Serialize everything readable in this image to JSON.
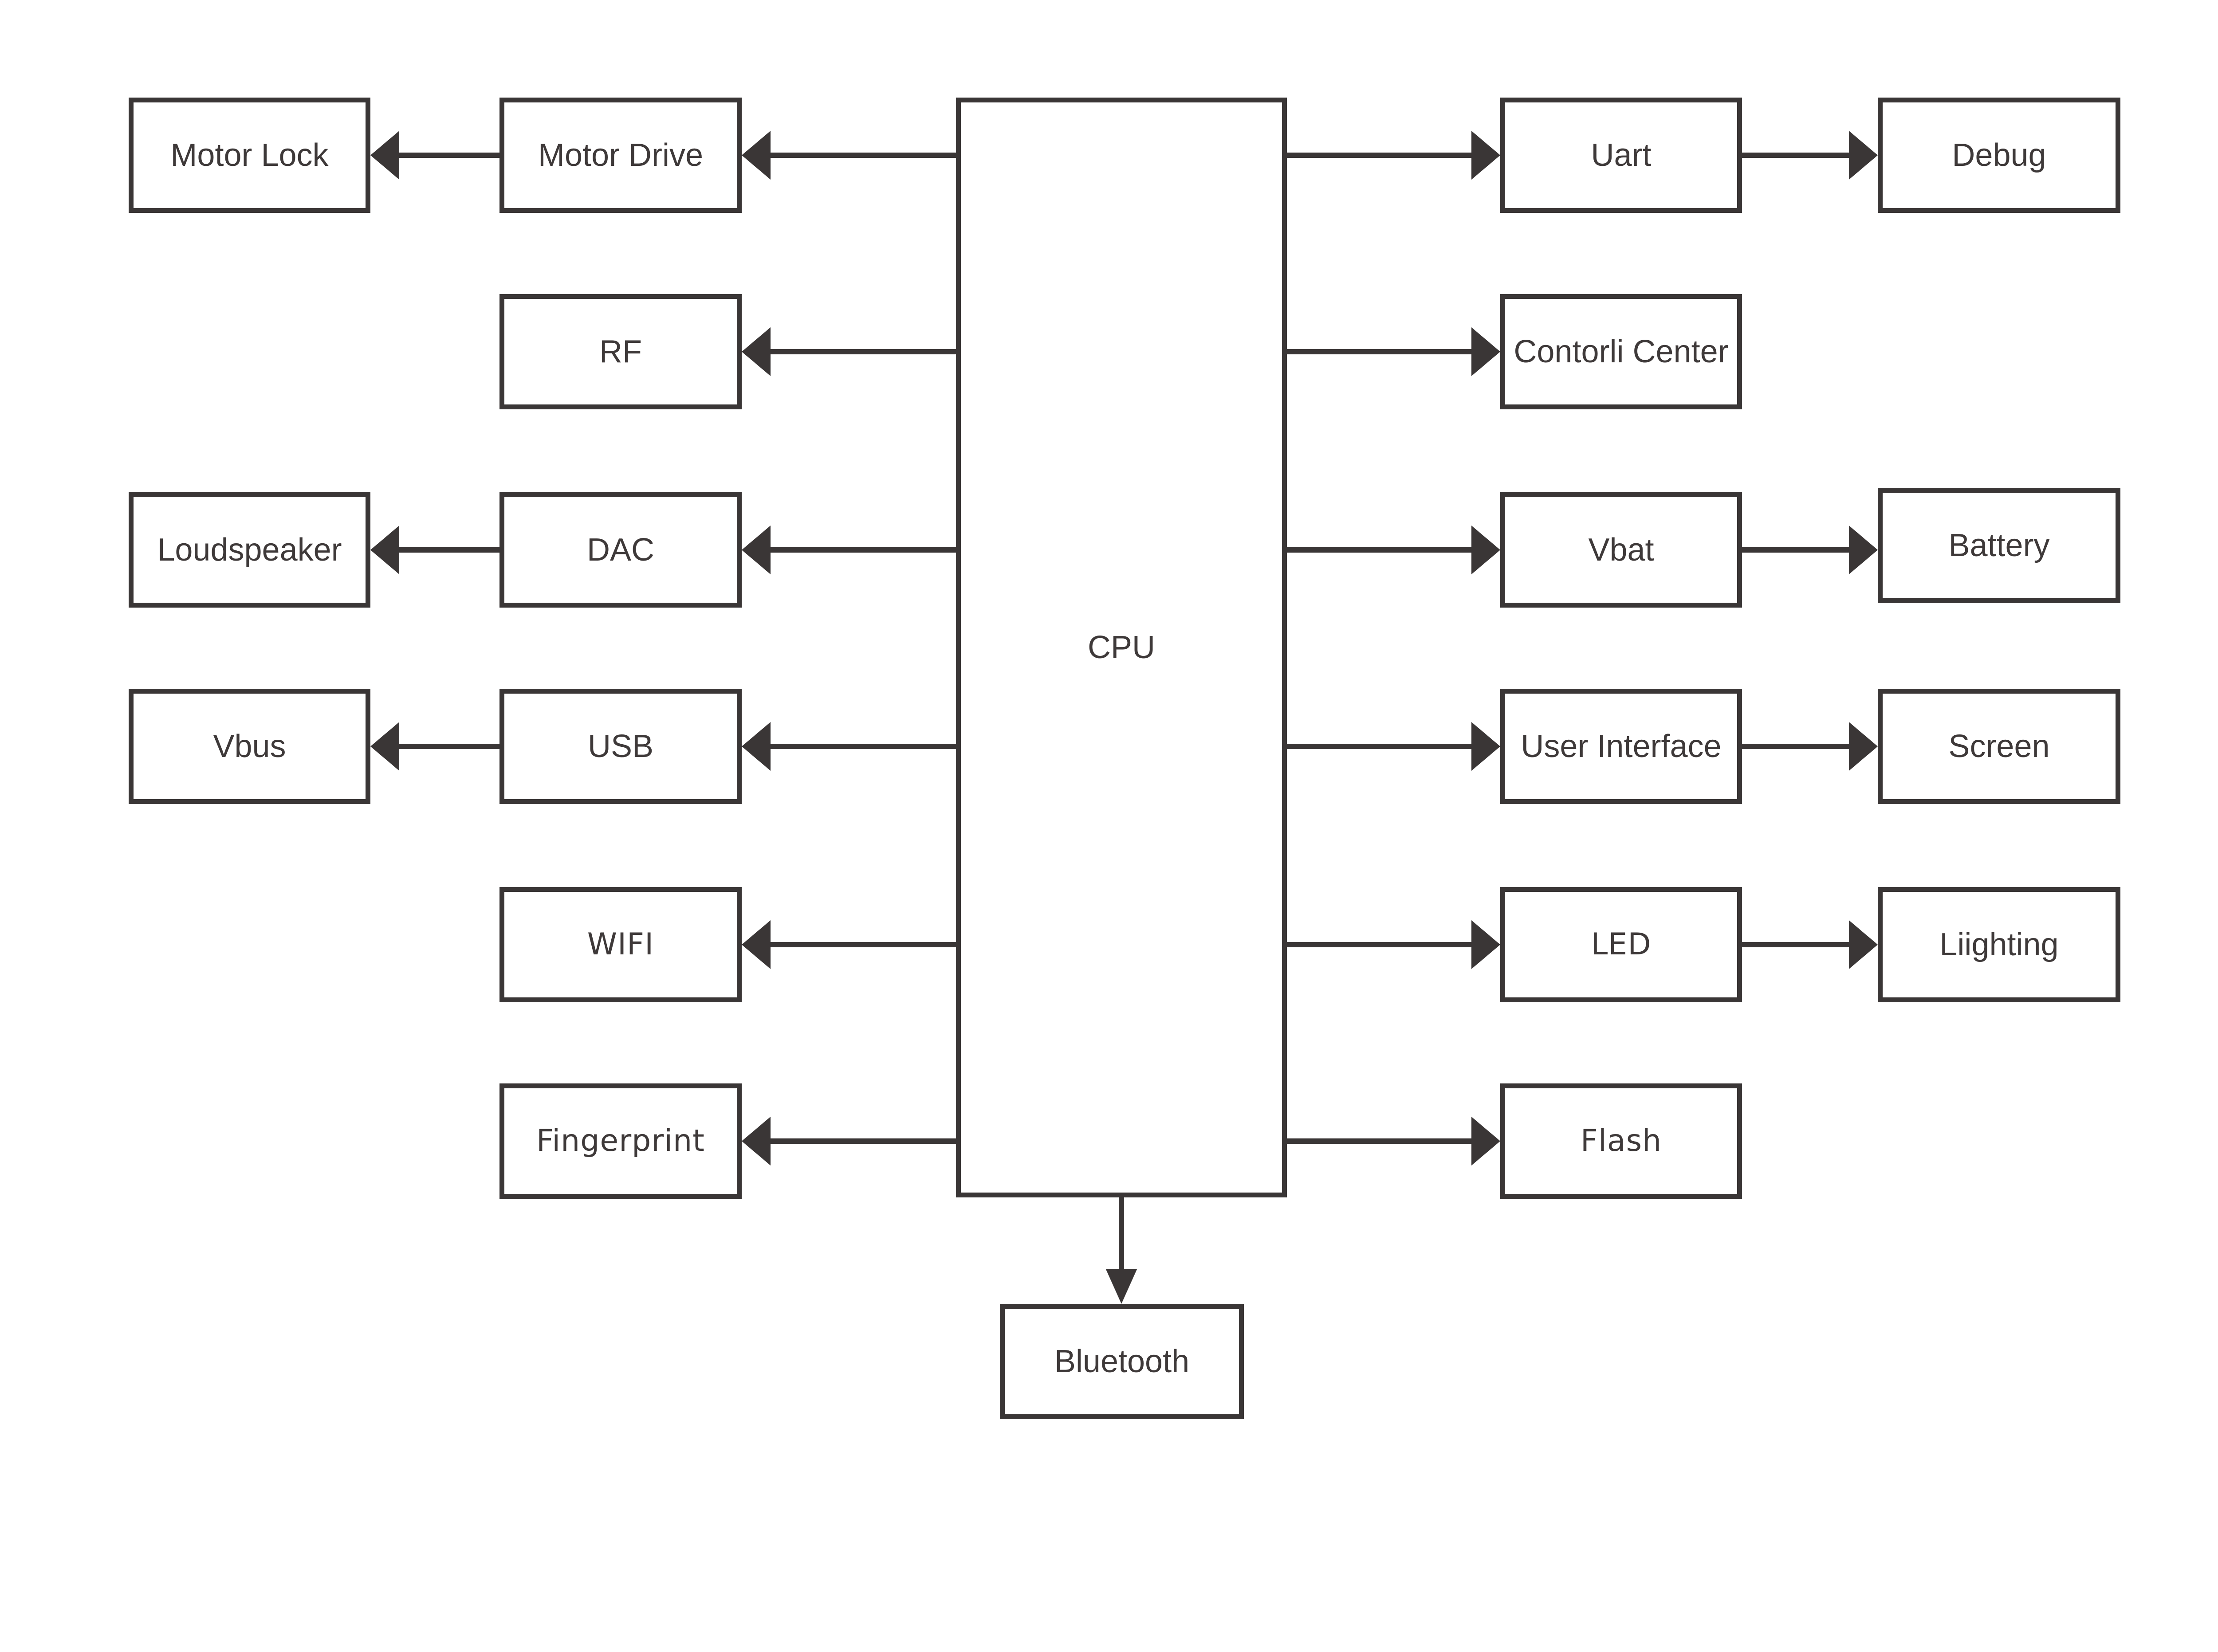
{
  "diagram": {
    "title": "",
    "nodes": {
      "cpu": {
        "label": "CPU"
      },
      "motor_lock": {
        "label": "Motor Lock"
      },
      "motor_drive": {
        "label": "Motor Drive"
      },
      "rf": {
        "label": "RF"
      },
      "loudspeaker": {
        "label": "Loudspeaker"
      },
      "dac": {
        "label": "DAC"
      },
      "vbus": {
        "label": "Vbus"
      },
      "usb": {
        "label": "USB"
      },
      "wifi": {
        "label": "WIFI"
      },
      "fingerprint": {
        "label": "Fingerprint"
      },
      "uart": {
        "label": "Uart"
      },
      "debug": {
        "label": "Debug"
      },
      "contorli_center": {
        "label": "Contorli Center"
      },
      "vbat": {
        "label": "Vbat"
      },
      "battery": {
        "label": "Battery"
      },
      "user_interface": {
        "label": "User Interface"
      },
      "screen": {
        "label": "Screen"
      },
      "led": {
        "label": "LED"
      },
      "liighting": {
        "label": "Liighting"
      },
      "flash": {
        "label": "Flash"
      },
      "bluetooth": {
        "label": "Bluetooth"
      }
    },
    "edges": [
      {
        "from": "cpu",
        "to": "motor_drive"
      },
      {
        "from": "motor_drive",
        "to": "motor_lock"
      },
      {
        "from": "cpu",
        "to": "rf"
      },
      {
        "from": "cpu",
        "to": "dac"
      },
      {
        "from": "dac",
        "to": "loudspeaker"
      },
      {
        "from": "cpu",
        "to": "usb"
      },
      {
        "from": "usb",
        "to": "vbus"
      },
      {
        "from": "cpu",
        "to": "wifi"
      },
      {
        "from": "cpu",
        "to": "fingerprint"
      },
      {
        "from": "cpu",
        "to": "uart"
      },
      {
        "from": "uart",
        "to": "debug"
      },
      {
        "from": "cpu",
        "to": "contorli_center"
      },
      {
        "from": "cpu",
        "to": "vbat"
      },
      {
        "from": "vbat",
        "to": "battery"
      },
      {
        "from": "cpu",
        "to": "user_interface"
      },
      {
        "from": "user_interface",
        "to": "screen"
      },
      {
        "from": "cpu",
        "to": "led"
      },
      {
        "from": "led",
        "to": "liighting"
      },
      {
        "from": "cpu",
        "to": "flash"
      },
      {
        "from": "cpu",
        "to": "bluetooth"
      }
    ],
    "colors": {
      "stroke": "#3a3636",
      "text": "#3e3939",
      "background": "#ffffff"
    }
  }
}
